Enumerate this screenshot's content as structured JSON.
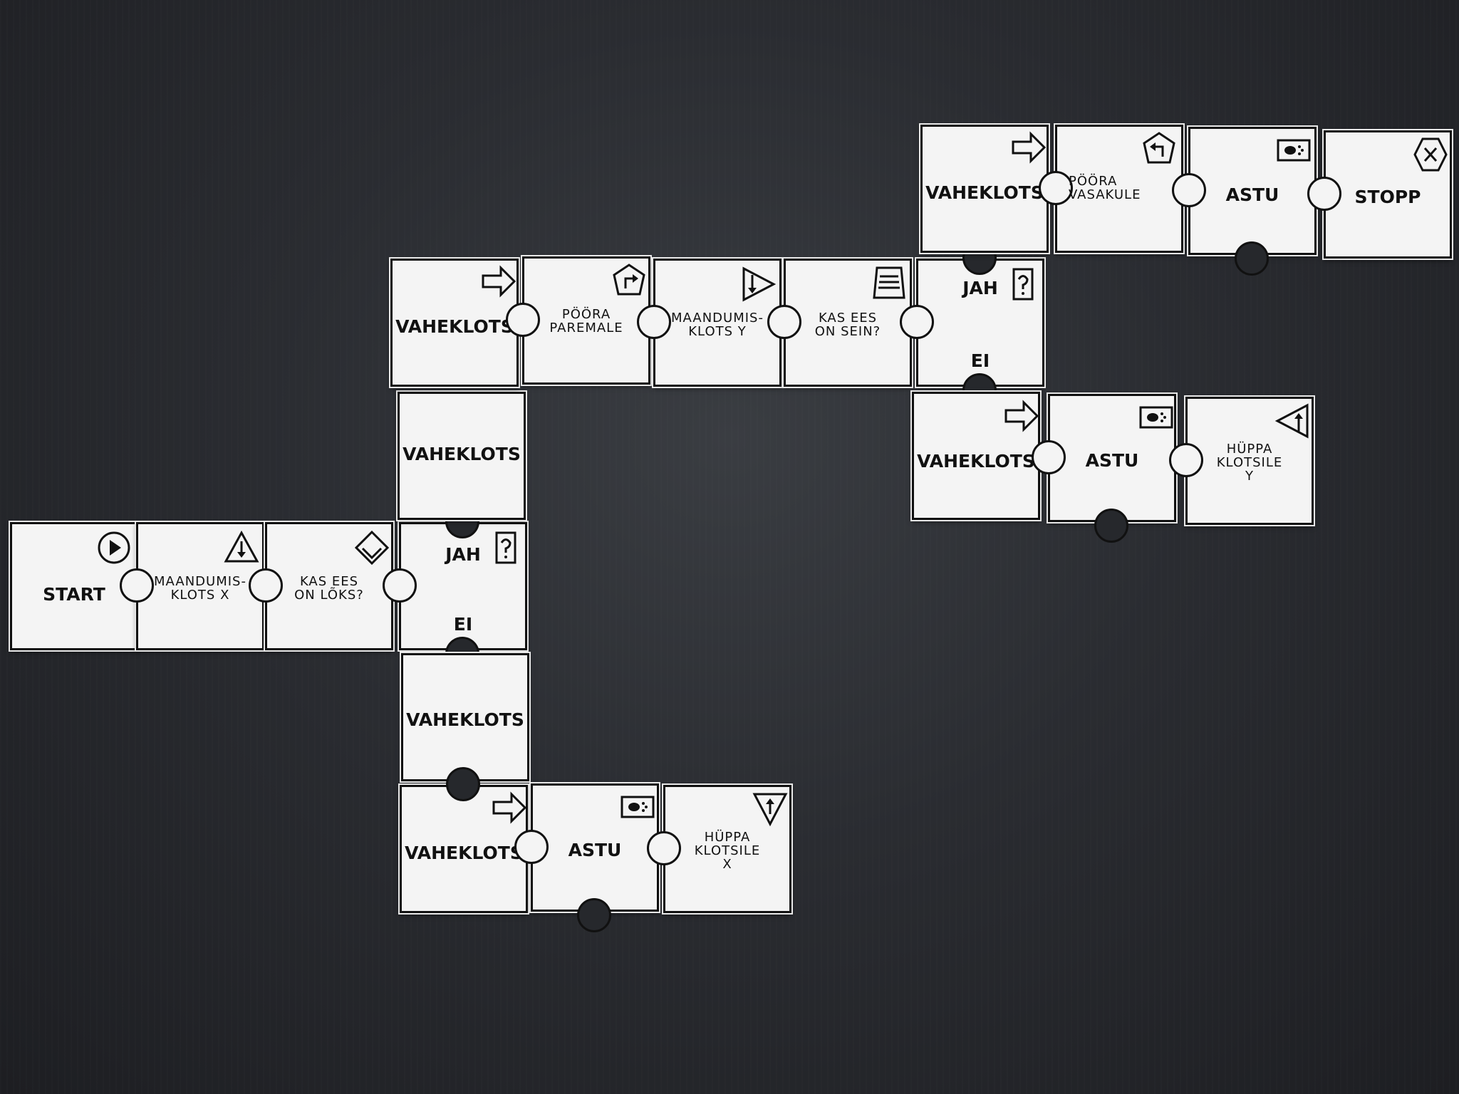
{
  "scene": {
    "description_free_note": "",
    "colors": {
      "board": "#2a2c31",
      "tile": "#f4f4f4",
      "ink": "#111111"
    },
    "tiles": [
      {
        "id": "t1",
        "label": "START",
        "size": "big",
        "icon": "play-icon"
      },
      {
        "id": "t2",
        "label": "MAANDUMIS-\nKLOTS X",
        "size": "small",
        "icon": "warning-down-icon"
      },
      {
        "id": "t3",
        "label": "KAS EES\nON LÕKS?",
        "size": "small",
        "icon": "diamond-trap-icon"
      },
      {
        "id": "t4",
        "label": "JAH",
        "label2": "EI",
        "size": "big",
        "icon": "question-box-icon"
      },
      {
        "id": "t5",
        "label": "VAHEKLOTS",
        "size": "big",
        "icon": ""
      },
      {
        "id": "t6",
        "label": "VAHEKLOTS",
        "size": "big",
        "icon": "right-arrow-icon"
      },
      {
        "id": "t7",
        "label": "PÖÖRA\nPAREMALE",
        "size": "small",
        "icon": "turn-right-icon"
      },
      {
        "id": "t8",
        "label": "MAANDUMIS-\nKLOTS Y",
        "size": "small",
        "icon": "down-arrow-triangle-icon"
      },
      {
        "id": "t9",
        "label": "KAS EES\nON SEIN?",
        "size": "small",
        "icon": "wall-icon"
      },
      {
        "id": "t10",
        "label": "JAH",
        "label2": "EI",
        "size": "big",
        "icon": "question-box-icon"
      },
      {
        "id": "t11",
        "label": "VAHEKLOTS",
        "size": "big",
        "icon": "right-arrow-icon"
      },
      {
        "id": "t12",
        "label": "PÖÖRA\nVASAKULE",
        "size": "small",
        "icon": "turn-left-icon"
      },
      {
        "id": "t13",
        "label": "ASTU",
        "size": "big",
        "icon": "step-icon"
      },
      {
        "id": "t14",
        "label": "STOPP",
        "size": "big",
        "icon": "stop-icon"
      },
      {
        "id": "t15",
        "label": "VAHEKLOTS",
        "size": "big",
        "icon": "right-arrow-icon"
      },
      {
        "id": "t16",
        "label": "ASTU",
        "size": "big",
        "icon": "step-icon"
      },
      {
        "id": "t17",
        "label": "HÜPPA\nKLOTSILE\nY",
        "size": "small",
        "icon": "jump-triangle-icon"
      },
      {
        "id": "t18",
        "label": "VAHEKLOTS",
        "size": "big",
        "icon": ""
      },
      {
        "id": "t19",
        "label": "VAHEKLOTS",
        "size": "big",
        "icon": "right-arrow-icon"
      },
      {
        "id": "t20",
        "label": "ASTU",
        "size": "big",
        "icon": "step-icon"
      },
      {
        "id": "t21",
        "label": "HÜPPA\nKLOTSILE\nX",
        "size": "small",
        "icon": "jump-triangle-down-icon"
      }
    ]
  }
}
